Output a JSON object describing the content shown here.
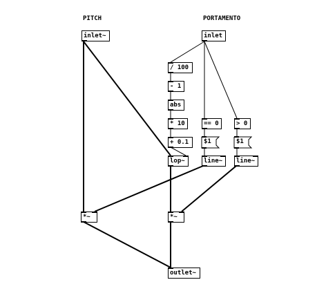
{
  "comments": {
    "pitch": "PITCH",
    "portamento": "PORTAMENTO"
  },
  "objects": {
    "inlet_sig": "inlet~",
    "inlet_ctl": "inlet",
    "div100": "/ 100",
    "minus1": "- 1",
    "abs": "abs",
    "times10": "* 10",
    "plus01": "+ 0.1",
    "eq0": "== 0",
    "gt0": "> 0",
    "msg1": "$1",
    "msg2": "$1",
    "lop": "lop~",
    "line1": "line~",
    "line2": "line~",
    "mul1": "*~",
    "mul2": "*~",
    "outlet": "outlet~"
  },
  "colors": {
    "background": "#ffffff",
    "ink": "#000000"
  }
}
